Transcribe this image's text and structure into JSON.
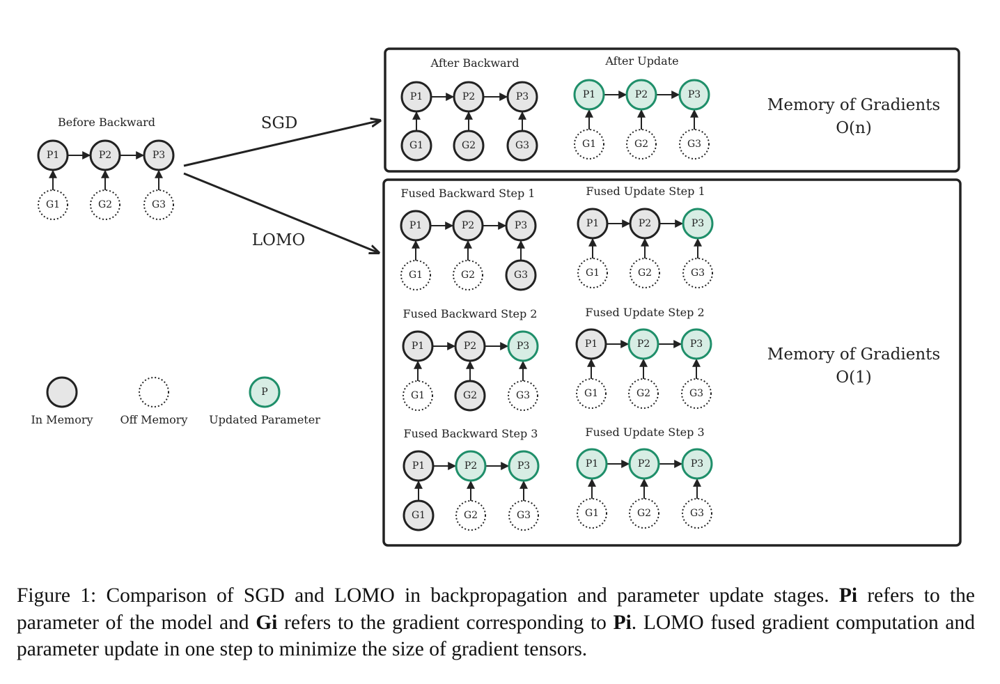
{
  "colors": {
    "in_memory_fill": "#e6e6e6",
    "updated_fill": "#d7ede4",
    "updated_stroke": "#1f8f6a",
    "stroke": "#222222"
  },
  "before": {
    "title": "Before Backward"
  },
  "arrows": {
    "sgd": "SGD",
    "lomo": "LOMO"
  },
  "sgd_panel": {
    "after_backward": "After Backward",
    "after_update": "After Update",
    "memory_line1": "Memory of Gradients",
    "memory_line2": "O(n)"
  },
  "lomo_panel": {
    "fused_backward_1": "Fused Backward Step 1",
    "fused_update_1": "Fused Update Step 1",
    "fused_backward_2": "Fused Backward Step 2",
    "fused_update_2": "Fused Update Step 2",
    "fused_backward_3": "Fused Backward Step 3",
    "fused_update_3": "Fused Update Step 3",
    "memory_line1": "Memory of Gradients",
    "memory_line2": "O(1)"
  },
  "legend": {
    "in_memory": "In Memory",
    "off_memory": "Off Memory",
    "updated": "Updated Parameter",
    "updated_symbol": "P"
  },
  "nodes": {
    "p1": "P1",
    "p2": "P2",
    "p3": "P3",
    "g1": "G1",
    "g2": "G2",
    "g3": "G3"
  },
  "diagrams": [
    {
      "id": "before",
      "p": [
        "mem",
        "mem",
        "mem"
      ],
      "g": [
        "off",
        "off",
        "off"
      ]
    },
    {
      "id": "sgd_bw",
      "p": [
        "mem",
        "mem",
        "mem"
      ],
      "g": [
        "mem",
        "mem",
        "mem"
      ]
    },
    {
      "id": "sgd_up",
      "p": [
        "upd",
        "upd",
        "upd"
      ],
      "g": [
        "off",
        "off",
        "off"
      ]
    },
    {
      "id": "fb1",
      "p": [
        "mem",
        "mem",
        "mem"
      ],
      "g": [
        "off",
        "off",
        "mem"
      ]
    },
    {
      "id": "fu1",
      "p": [
        "mem",
        "mem",
        "upd"
      ],
      "g": [
        "off",
        "off",
        "off"
      ]
    },
    {
      "id": "fb2",
      "p": [
        "mem",
        "mem",
        "upd"
      ],
      "g": [
        "off",
        "mem",
        "off"
      ]
    },
    {
      "id": "fu2",
      "p": [
        "mem",
        "upd",
        "upd"
      ],
      "g": [
        "off",
        "off",
        "off"
      ]
    },
    {
      "id": "fb3",
      "p": [
        "mem",
        "upd",
        "upd"
      ],
      "g": [
        "mem",
        "off",
        "off"
      ]
    },
    {
      "id": "fu3",
      "p": [
        "upd",
        "upd",
        "upd"
      ],
      "g": [
        "off",
        "off",
        "off"
      ]
    }
  ],
  "caption": {
    "s1": "Figure 1:  Comparison of SGD and LOMO in backpropagation and parameter update stages.  ",
    "b1": "Pi",
    "s2": " refers to the parameter of the model and ",
    "b2": "Gi",
    "s3": " refers to the gradient corresponding to ",
    "b3": "Pi",
    "s4": ". LOMO fused gradient computation and parameter update in one step to minimize the size of gradient tensors."
  }
}
